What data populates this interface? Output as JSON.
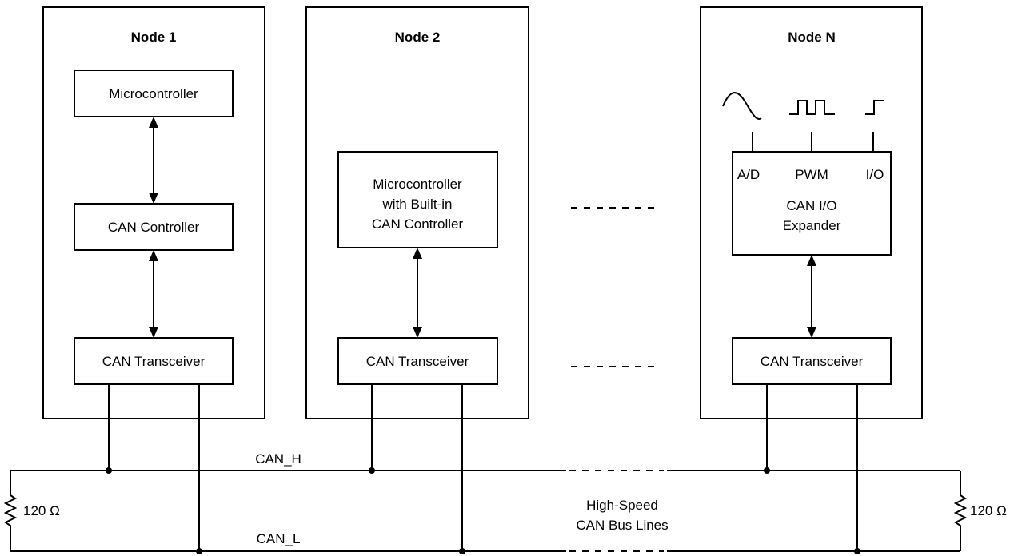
{
  "nodes": {
    "node1": {
      "title": "Node 1",
      "microcontroller": "Microcontroller",
      "can_controller": "CAN Controller",
      "transceiver": "CAN Transceiver"
    },
    "node2": {
      "title": "Node 2",
      "mcu_line1": "Microcontroller",
      "mcu_line2": "with Built-in",
      "mcu_line3": "CAN Controller",
      "transceiver": "CAN Transceiver"
    },
    "nodeN": {
      "title": "Node N",
      "port_ad": "A/D",
      "port_pwm": "PWM",
      "port_io": "I/O",
      "expander_line1": "CAN I/O",
      "expander_line2": "Expander",
      "transceiver": "CAN Transceiver",
      "signal_icons": [
        "sine-wave-icon",
        "pwm-wave-icon",
        "step-signal-icon"
      ]
    }
  },
  "bus": {
    "can_h": "CAN_H",
    "can_l": "CAN_L",
    "caption_line1": "High-Speed",
    "caption_line2": "CAN Bus Lines",
    "termination_left": "120 Ω",
    "termination_right": "120 Ω"
  }
}
